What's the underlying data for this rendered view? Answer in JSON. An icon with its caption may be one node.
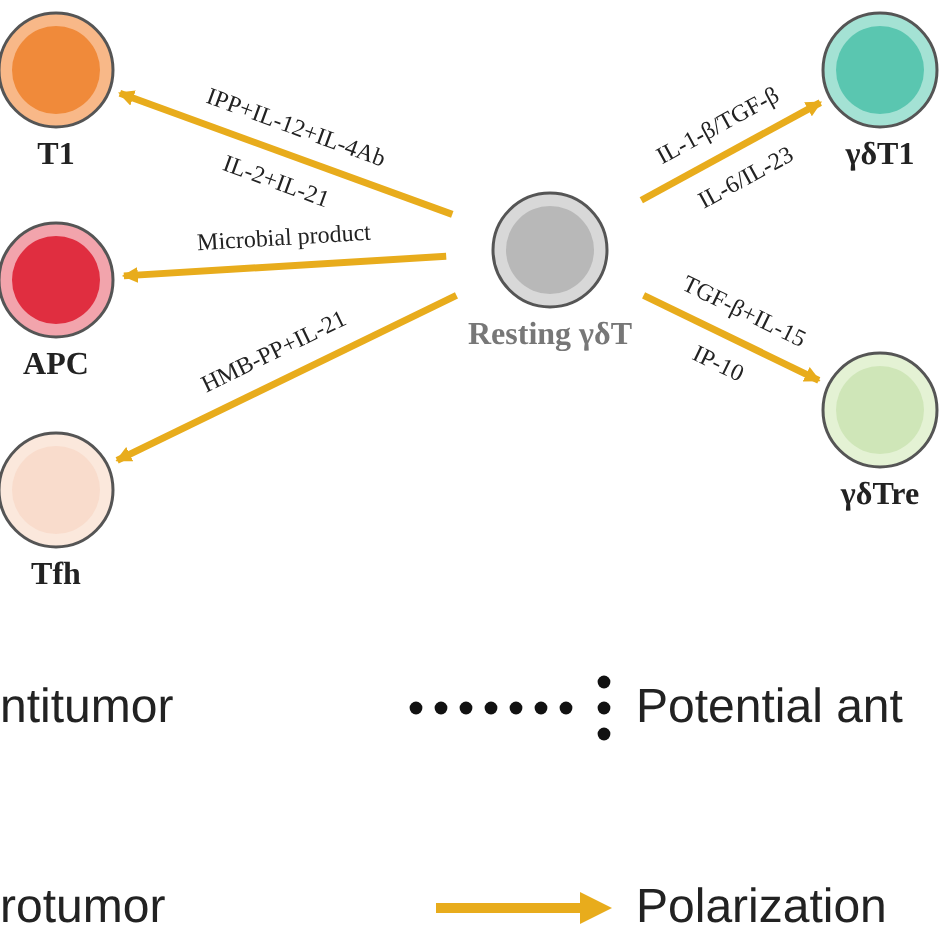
{
  "diagram": {
    "nodes": [
      {
        "text": [
          "T1"
        ]
      },
      {
        "text": [
          "APC"
        ]
      },
      {
        "text": [
          "Tfh"
        ]
      },
      {
        "text": [
          "Resting γδT"
        ]
      },
      {
        "text": [
          "γδT1"
        ]
      },
      {
        "text": [
          "γδTre"
        ]
      }
    ],
    "edges": [
      {
        "from": 3,
        "to": 0,
        "arrow": "to",
        "label": "IPP+IL-12+IL-4Ab"
      },
      {
        "from": 3,
        "to": 1,
        "arrow": "to",
        "label": "Microbial product"
      },
      {
        "from": 3,
        "to": 2,
        "arrow": "to",
        "label": "HMB-PP+IL-21"
      },
      {
        "from": 3,
        "to": 4,
        "arrow": "to",
        "label": "IL-1-β/TGF-β"
      },
      {
        "from": 3,
        "to": 5,
        "arrow": "to",
        "label": "TGF-β+IL-15"
      }
    ],
    "labels": [
      "IL-2+IL-21",
      "IL-6/IL-23",
      "IP-10"
    ],
    "legend": [
      {
        "text": "ntitumor"
      },
      {
        "text": "Potential ant"
      },
      {
        "text": "rotumor"
      },
      {
        "text": "Polarization"
      }
    ]
  }
}
